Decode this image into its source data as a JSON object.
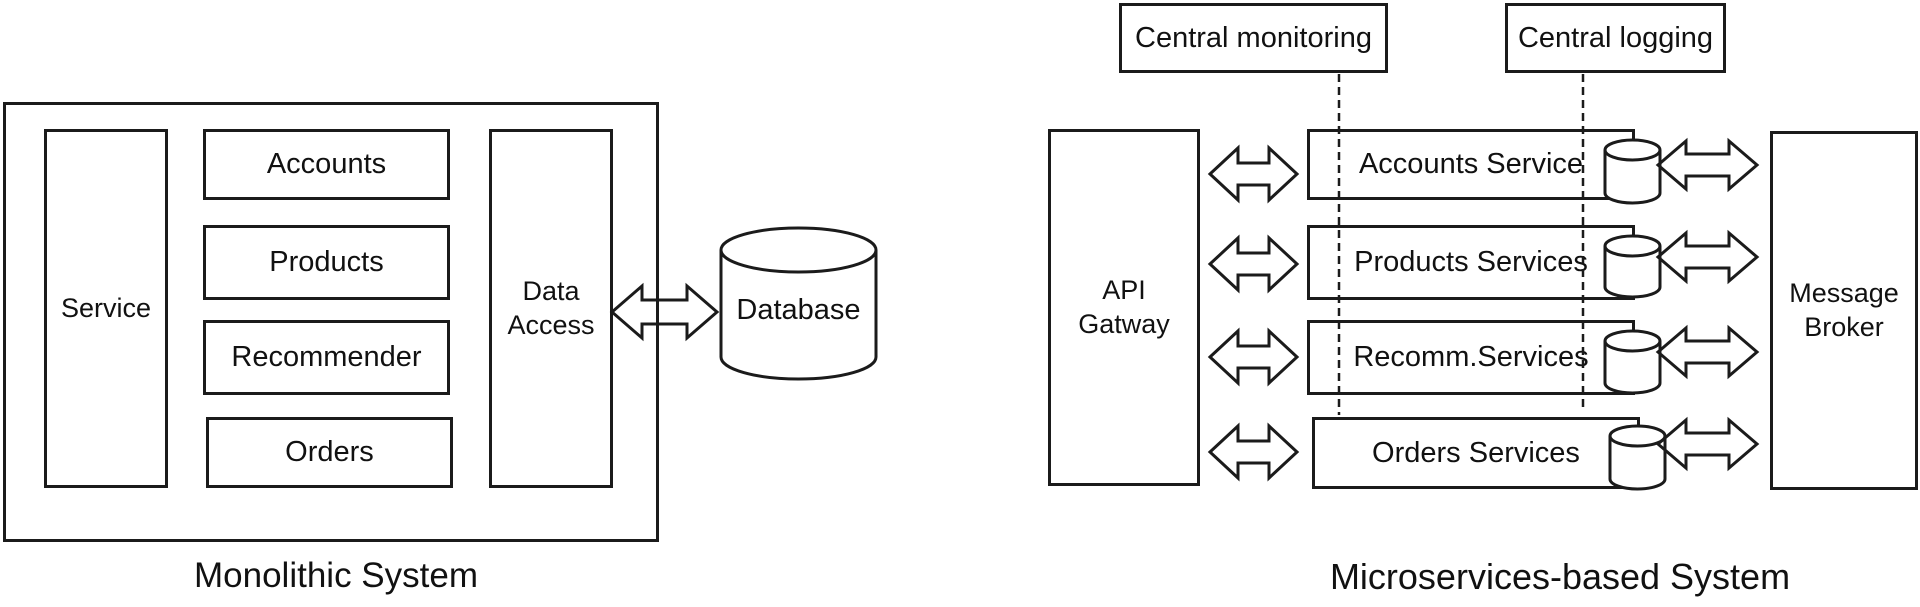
{
  "colors": {
    "stroke": "#1b1b1b",
    "text": "#111111",
    "background": "#ffffff"
  },
  "monolithic": {
    "caption": "Monolithic System",
    "service": "Service",
    "modules": [
      "Accounts",
      "Products",
      "Recommender",
      "Orders"
    ],
    "data_access": "Data Access",
    "database": "Database"
  },
  "microservices": {
    "caption": "Microservices-based System",
    "central_monitoring": "Central monitoring",
    "central_logging": "Central logging",
    "api_gateway": "API Gatway",
    "services": [
      "Accounts Service",
      "Products Services",
      "Recomm.Services",
      "Orders Services"
    ],
    "message_broker": "Message Broker"
  }
}
